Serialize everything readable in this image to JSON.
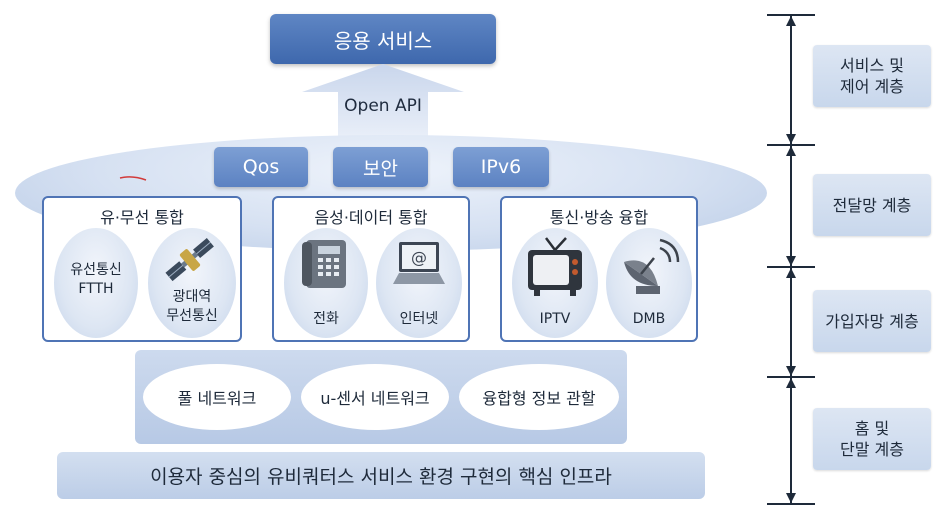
{
  "top_service": "응용 서비스",
  "api_label": "Open API",
  "pills": [
    "Qos",
    "보안",
    "IPv6"
  ],
  "panels": [
    {
      "title": "유·무선 통합",
      "items": [
        "유선통신\nFTTH",
        "광대역\n무선통신"
      ]
    },
    {
      "title": "음성·데이터 통합",
      "items": [
        "전화",
        "인터넷"
      ]
    },
    {
      "title": "통신·방송 융합",
      "items": [
        "IPTV",
        "DMB"
      ]
    }
  ],
  "network": [
    "풀 네트워크",
    "u-센서 네트워크",
    "융합형 정보 관할"
  ],
  "bottom_band": "이용자 중심의 유비쿼터스 서비스 환경 구현의 핵심 인프라",
  "layers": [
    "서비스 및\n제어 계층",
    "전달망 계층",
    "가입자망 계층",
    "홈 및\n단말 계층"
  ],
  "icons": [
    "satellite-icon",
    "telephone-icon",
    "laptop-icon",
    "tv-icon",
    "satellite-dish-icon"
  ],
  "colors": {
    "accent": "#4a70b3",
    "panel_border": "#4f74b5",
    "band": "#c6d5eb"
  }
}
